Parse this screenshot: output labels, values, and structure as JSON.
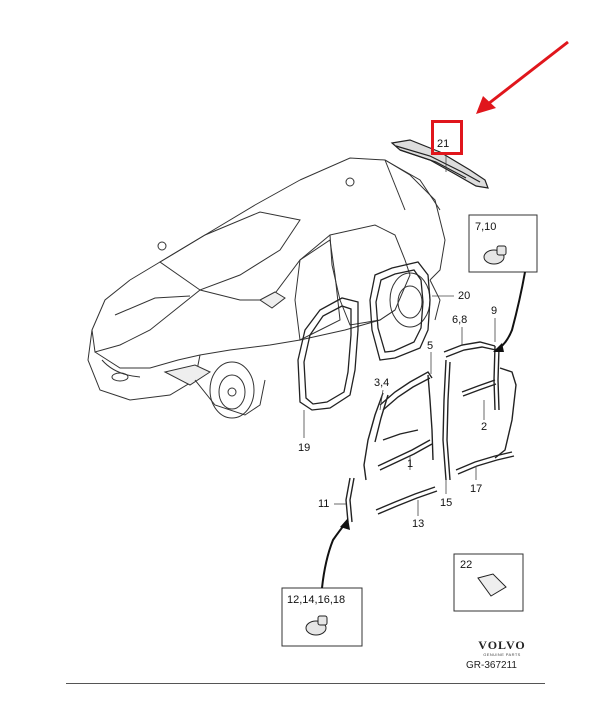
{
  "callouts": {
    "c21": "21",
    "c7_10": "7,10",
    "c20": "20",
    "c6_8": "6,8",
    "c9": "9",
    "c5": "5",
    "c3_4": "3,4",
    "c2": "2",
    "c1": "1",
    "c19": "19",
    "c17": "17",
    "c15": "15",
    "c11": "11",
    "c13": "13",
    "c22": "22",
    "c12_14_16_18": "12,14,16,18"
  },
  "brand": {
    "name": "VOLVO",
    "sub": "GENUINE PARTS"
  },
  "reference": "GR-367211",
  "highlight": {
    "color": "#e0161c",
    "target": "21"
  }
}
